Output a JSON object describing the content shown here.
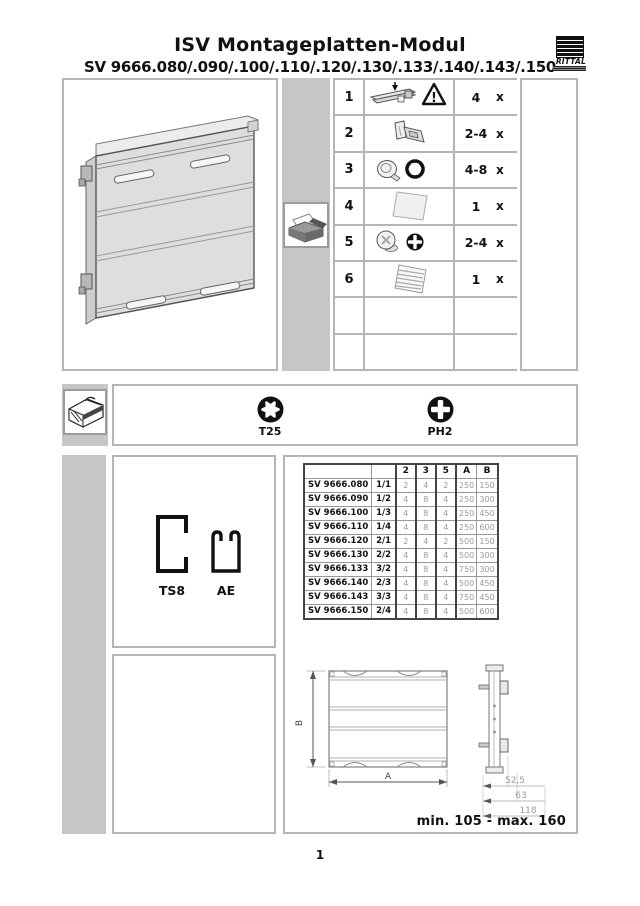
{
  "page": {
    "title": "ISV Montageplatten-Modul",
    "subtitle": "SV 9666.080/.090/.100/.110/.120/.130/.133/.140/.143/.150",
    "brand": "RITTAL",
    "page_number": "1"
  },
  "parts_list": {
    "warning_mark": "!",
    "rows": [
      {
        "num": "1",
        "icon": "rail-with-warning",
        "qty": "4",
        "times": "x"
      },
      {
        "num": "2",
        "icon": "mounting-bracket",
        "qty": "2-4",
        "times": "x"
      },
      {
        "num": "3",
        "icon": "screw-with-torx-socket",
        "qty": "4-8",
        "times": "x"
      },
      {
        "num": "4",
        "icon": "cover-plate",
        "qty": "1",
        "times": "x"
      },
      {
        "num": "5",
        "icon": "screw-with-phillips",
        "qty": "2-4",
        "times": "x"
      },
      {
        "num": "6",
        "icon": "vented-plate",
        "qty": "1",
        "times": "x"
      }
    ]
  },
  "tools": {
    "torx_label": "T25",
    "phillips_label": "PH2"
  },
  "profiles": {
    "ts8_label": "TS8",
    "ae_label": "AE"
  },
  "variants_table": {
    "headers": {
      "c2": "2",
      "c3": "3",
      "c5": "5",
      "a": "A",
      "b": "B"
    },
    "rows": [
      {
        "model": "SV 9666.080",
        "config": "1/1",
        "c2": "2",
        "c3": "4",
        "c5": "2",
        "a": "250",
        "b": "150"
      },
      {
        "model": "SV 9666.090",
        "config": "1/2",
        "c2": "4",
        "c3": "8",
        "c5": "4",
        "a": "250",
        "b": "300"
      },
      {
        "model": "SV 9666.100",
        "config": "1/3",
        "c2": "4",
        "c3": "8",
        "c5": "4",
        "a": "250",
        "b": "450"
      },
      {
        "model": "SV 9666.110",
        "config": "1/4",
        "c2": "4",
        "c3": "8",
        "c5": "4",
        "a": "250",
        "b": "600"
      },
      {
        "model": "SV 9666.120",
        "config": "2/1",
        "c2": "2",
        "c3": "4",
        "c5": "2",
        "a": "500",
        "b": "150"
      },
      {
        "model": "SV 9666.130",
        "config": "2/2",
        "c2": "4",
        "c3": "8",
        "c5": "4",
        "a": "500",
        "b": "300"
      },
      {
        "model": "SV 9666.133",
        "config": "3/2",
        "c2": "4",
        "c3": "8",
        "c5": "4",
        "a": "750",
        "b": "300"
      },
      {
        "model": "SV 9666.140",
        "config": "2/3",
        "c2": "4",
        "c3": "8",
        "c5": "4",
        "a": "500",
        "b": "450"
      },
      {
        "model": "SV 9666.143",
        "config": "3/3",
        "c2": "4",
        "c3": "8",
        "c5": "4",
        "a": "750",
        "b": "450"
      },
      {
        "model": "SV 9666.150",
        "config": "2/4",
        "c2": "4",
        "c3": "8",
        "c5": "4",
        "a": "500",
        "b": "600"
      }
    ]
  },
  "dimension_drawing": {
    "label_a": "A",
    "label_b": "B",
    "dim_1": "52,5",
    "dim_2": "63",
    "dim_3": "118",
    "range": "min. 105 - max. 160"
  },
  "colors": {
    "band_gray": "#c6c6c6",
    "border_gray": "#b5b5b5",
    "dim_text_gray": "#9a9a9a",
    "text_black": "#111111"
  }
}
